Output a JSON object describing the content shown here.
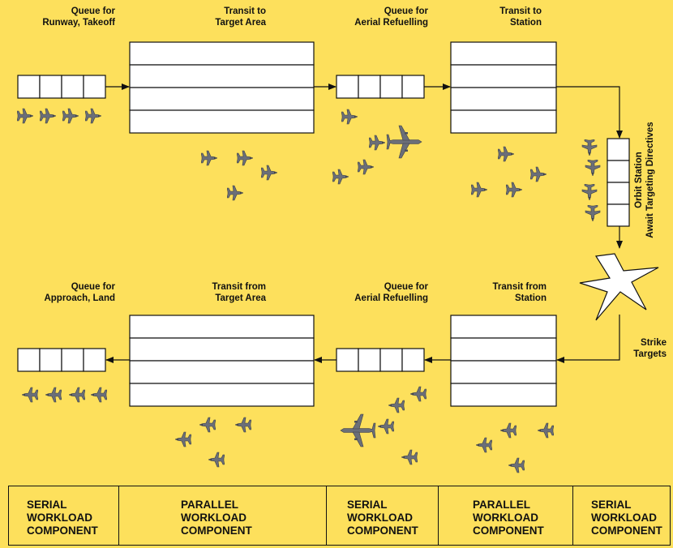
{
  "diagram": {
    "top_row": {
      "queue_takeoff": [
        "Queue for",
        "Runway, Takeoff"
      ],
      "transit_target": [
        "Transit to",
        "Target Area"
      ],
      "queue_refuel": [
        "Queue for",
        "Aerial Refuelling"
      ],
      "transit_station": [
        "Transit to",
        "Station"
      ]
    },
    "orbit": [
      "Orbit Station",
      "Await Targeting Directives"
    ],
    "strike": [
      "Strike",
      "Targets"
    ],
    "bottom_row": {
      "queue_land": [
        "Queue for",
        "Approach, Land"
      ],
      "transit_from_target": [
        "Transit from",
        "Target Area"
      ],
      "queue_refuel": [
        "Queue for",
        "Aerial Refuelling"
      ],
      "transit_from_station": [
        "Transit from",
        "Station"
      ]
    },
    "components": [
      [
        "SERIAL",
        "WORKLOAD",
        "COMPONENT"
      ],
      [
        "PARALLEL",
        "WORKLOAD",
        "COMPONENT"
      ],
      [
        "SERIAL",
        "WORKLOAD",
        "COMPONENT"
      ],
      [
        "PARALLEL",
        "WORKLOAD",
        "COMPONENT"
      ],
      [
        "SERIAL",
        "WORKLOAD",
        "COMPONENT"
      ]
    ],
    "icons": {
      "fighter": "fighter-jet-icon",
      "tanker": "tanker-aircraft-icon",
      "strike": "explosion-icon"
    },
    "colors": {
      "background": "#fde05c",
      "aircraft": "#6b6f78",
      "line": "#111111"
    }
  }
}
